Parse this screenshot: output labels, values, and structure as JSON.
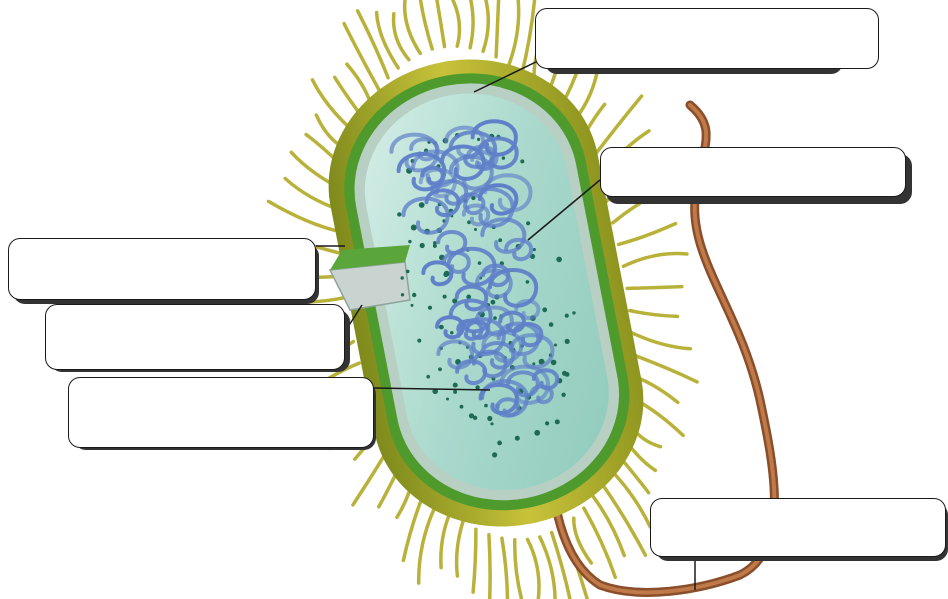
{
  "diagram": {
    "subject": "bacterial-cell",
    "colors": {
      "pili": "#b9b23a",
      "capsule": "#c9c234",
      "cell_wall": "#4f9a2c",
      "membrane": "#9fb9ad",
      "cytoplasm": "#bfe4d8",
      "dna": "#5f7fc8",
      "ribosome": "#1f6a55",
      "flagellum": "#9a5a32"
    },
    "icons": [
      "bacterium-illustration",
      "flagellum",
      "pili",
      "nucleoid-dna",
      "ribosome-dots"
    ],
    "labels": [
      {
        "id": "label-top",
        "text": ""
      },
      {
        "id": "label-upper-right",
        "text": ""
      },
      {
        "id": "label-left-1",
        "text": ""
      },
      {
        "id": "label-left-2",
        "text": ""
      },
      {
        "id": "label-left-3",
        "text": ""
      },
      {
        "id": "label-lower-right",
        "text": ""
      }
    ]
  }
}
